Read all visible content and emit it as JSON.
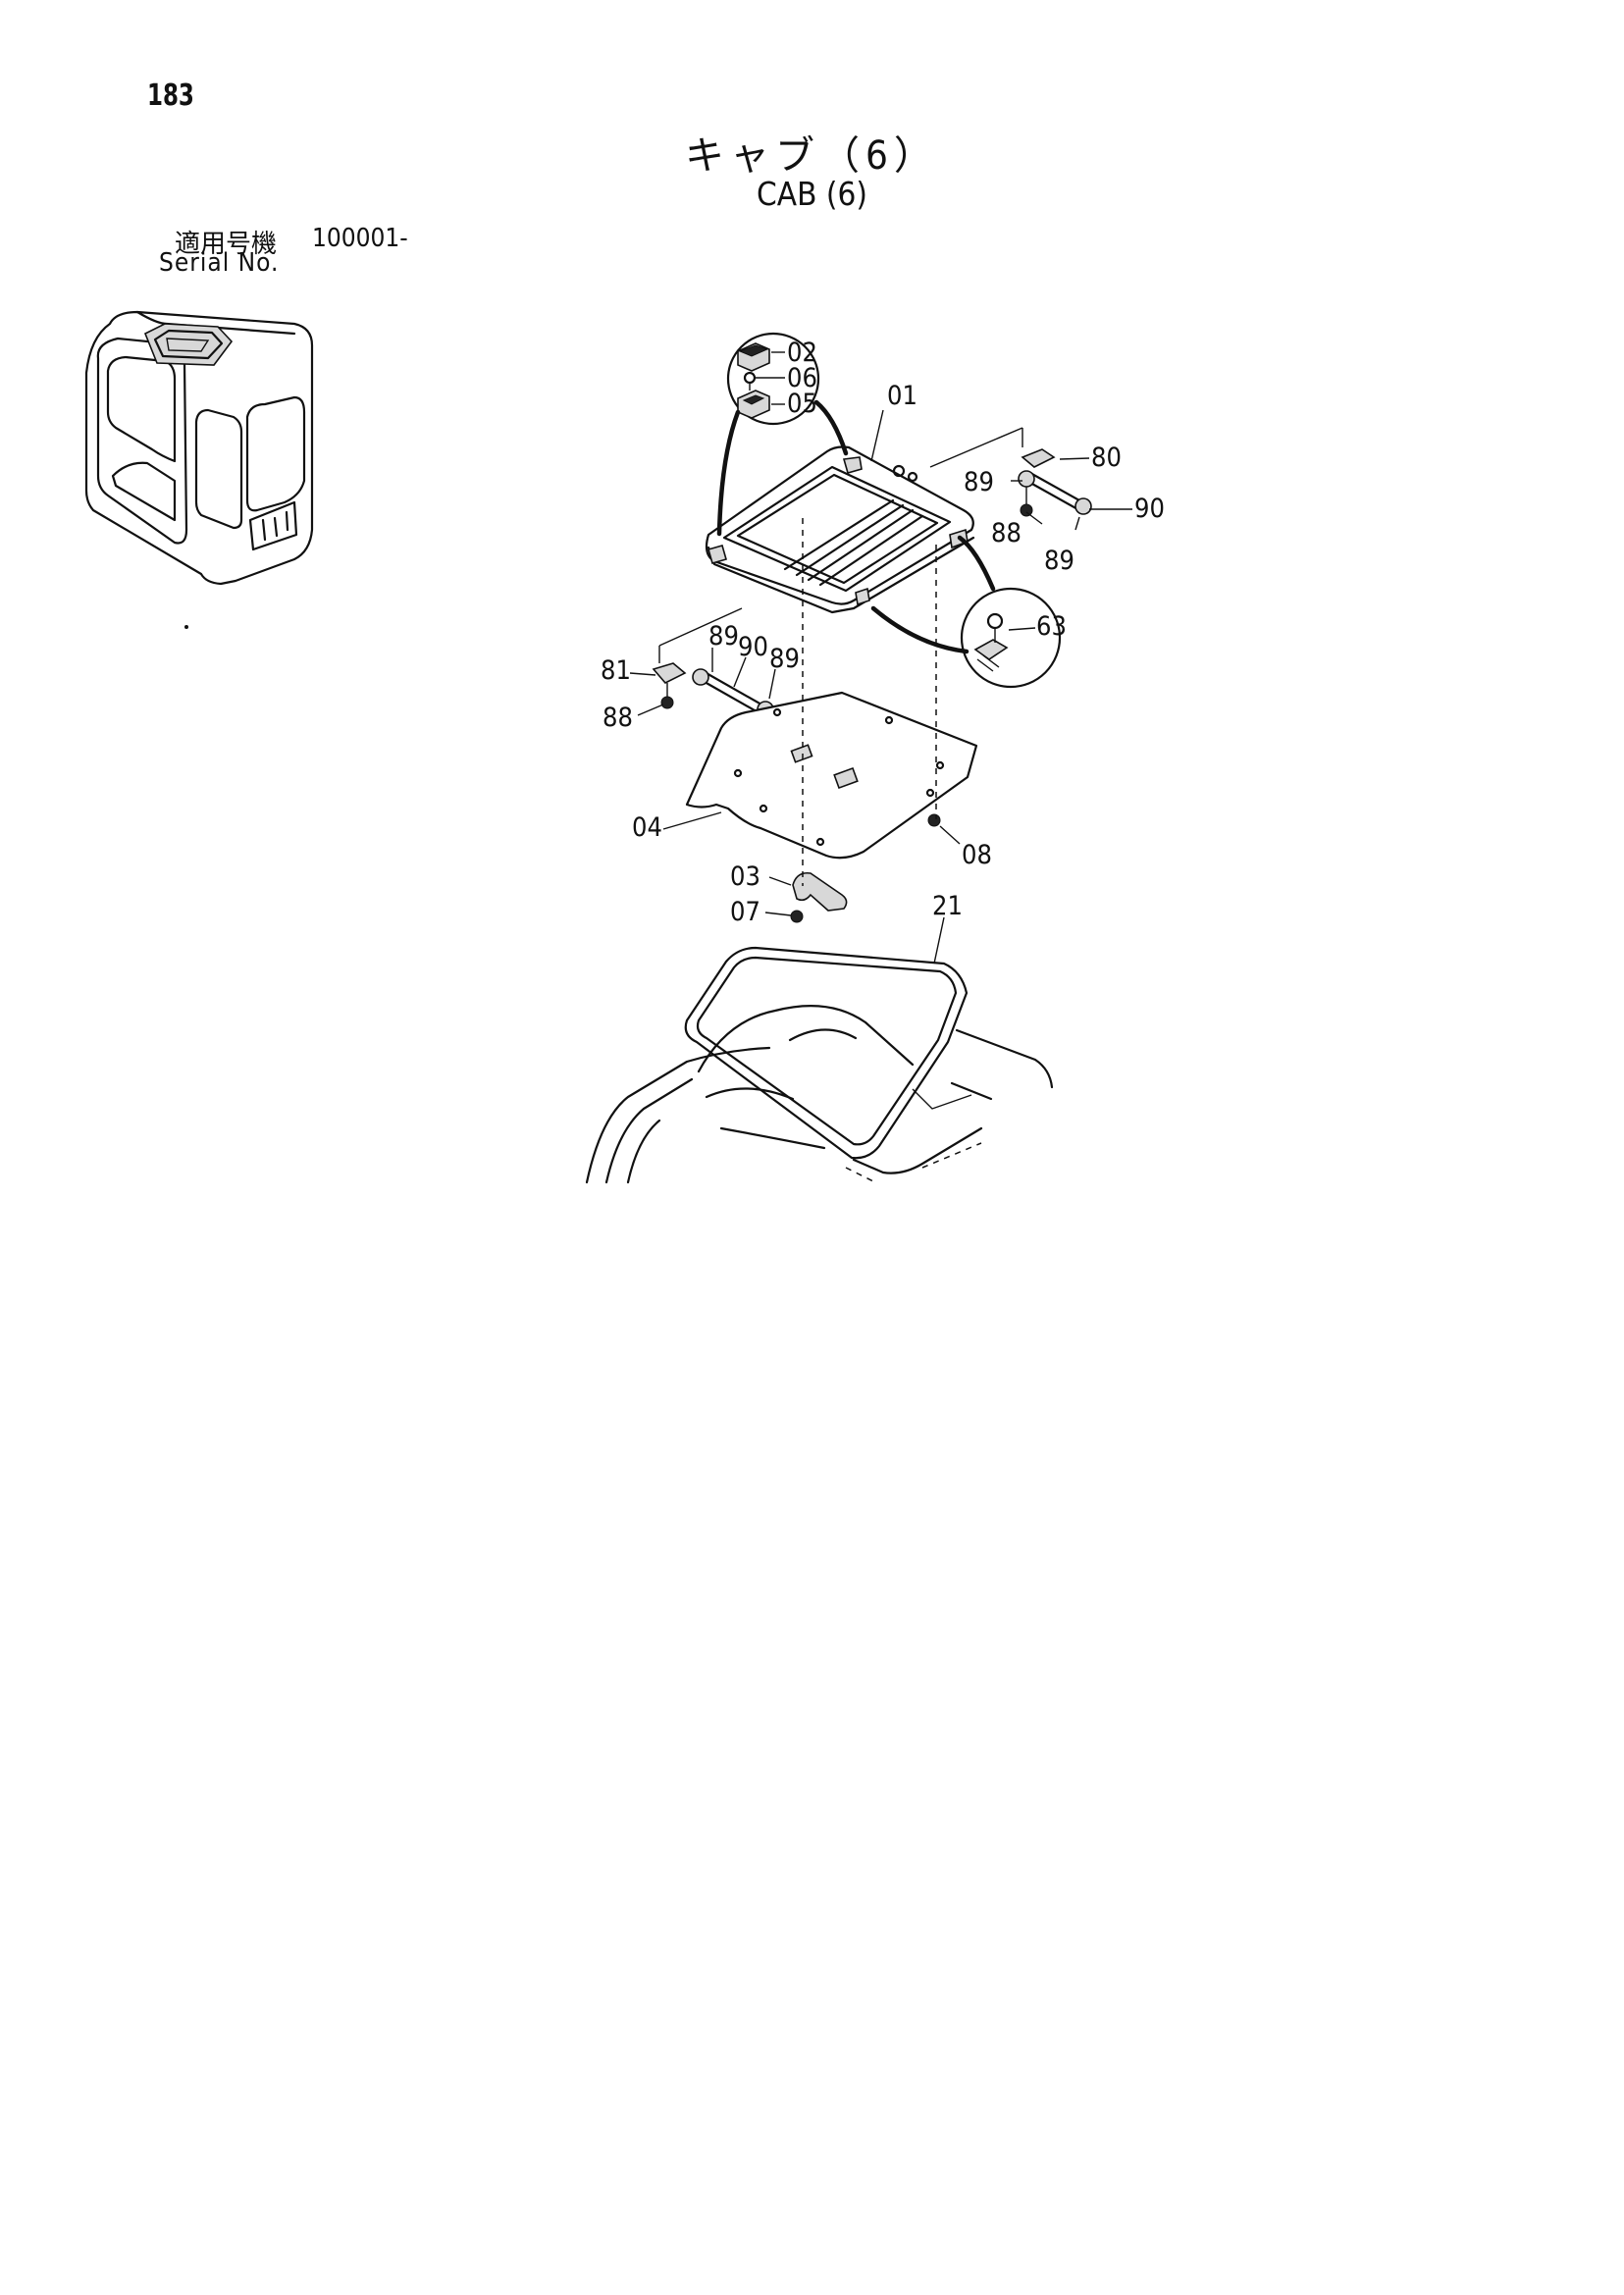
{
  "page": {
    "number": "183",
    "title_jp": "キャブ（6）",
    "title_en": "CAB (6)"
  },
  "serial": {
    "label_jp": "適用号機",
    "value": "100001-",
    "label_en": "Serial No."
  },
  "callouts": {
    "p01": "01",
    "p02": "02",
    "p03": "03",
    "p04": "04",
    "p05": "05",
    "p06": "06",
    "p07": "07",
    "p08": "08",
    "p21": "21",
    "p63": "63",
    "p80": "80",
    "p81": "81",
    "p88a": "88",
    "p88b": "88",
    "p89a": "89",
    "p89b": "89",
    "p89c": "89",
    "p89d": "89",
    "p90a": "90",
    "p90b": "90"
  }
}
